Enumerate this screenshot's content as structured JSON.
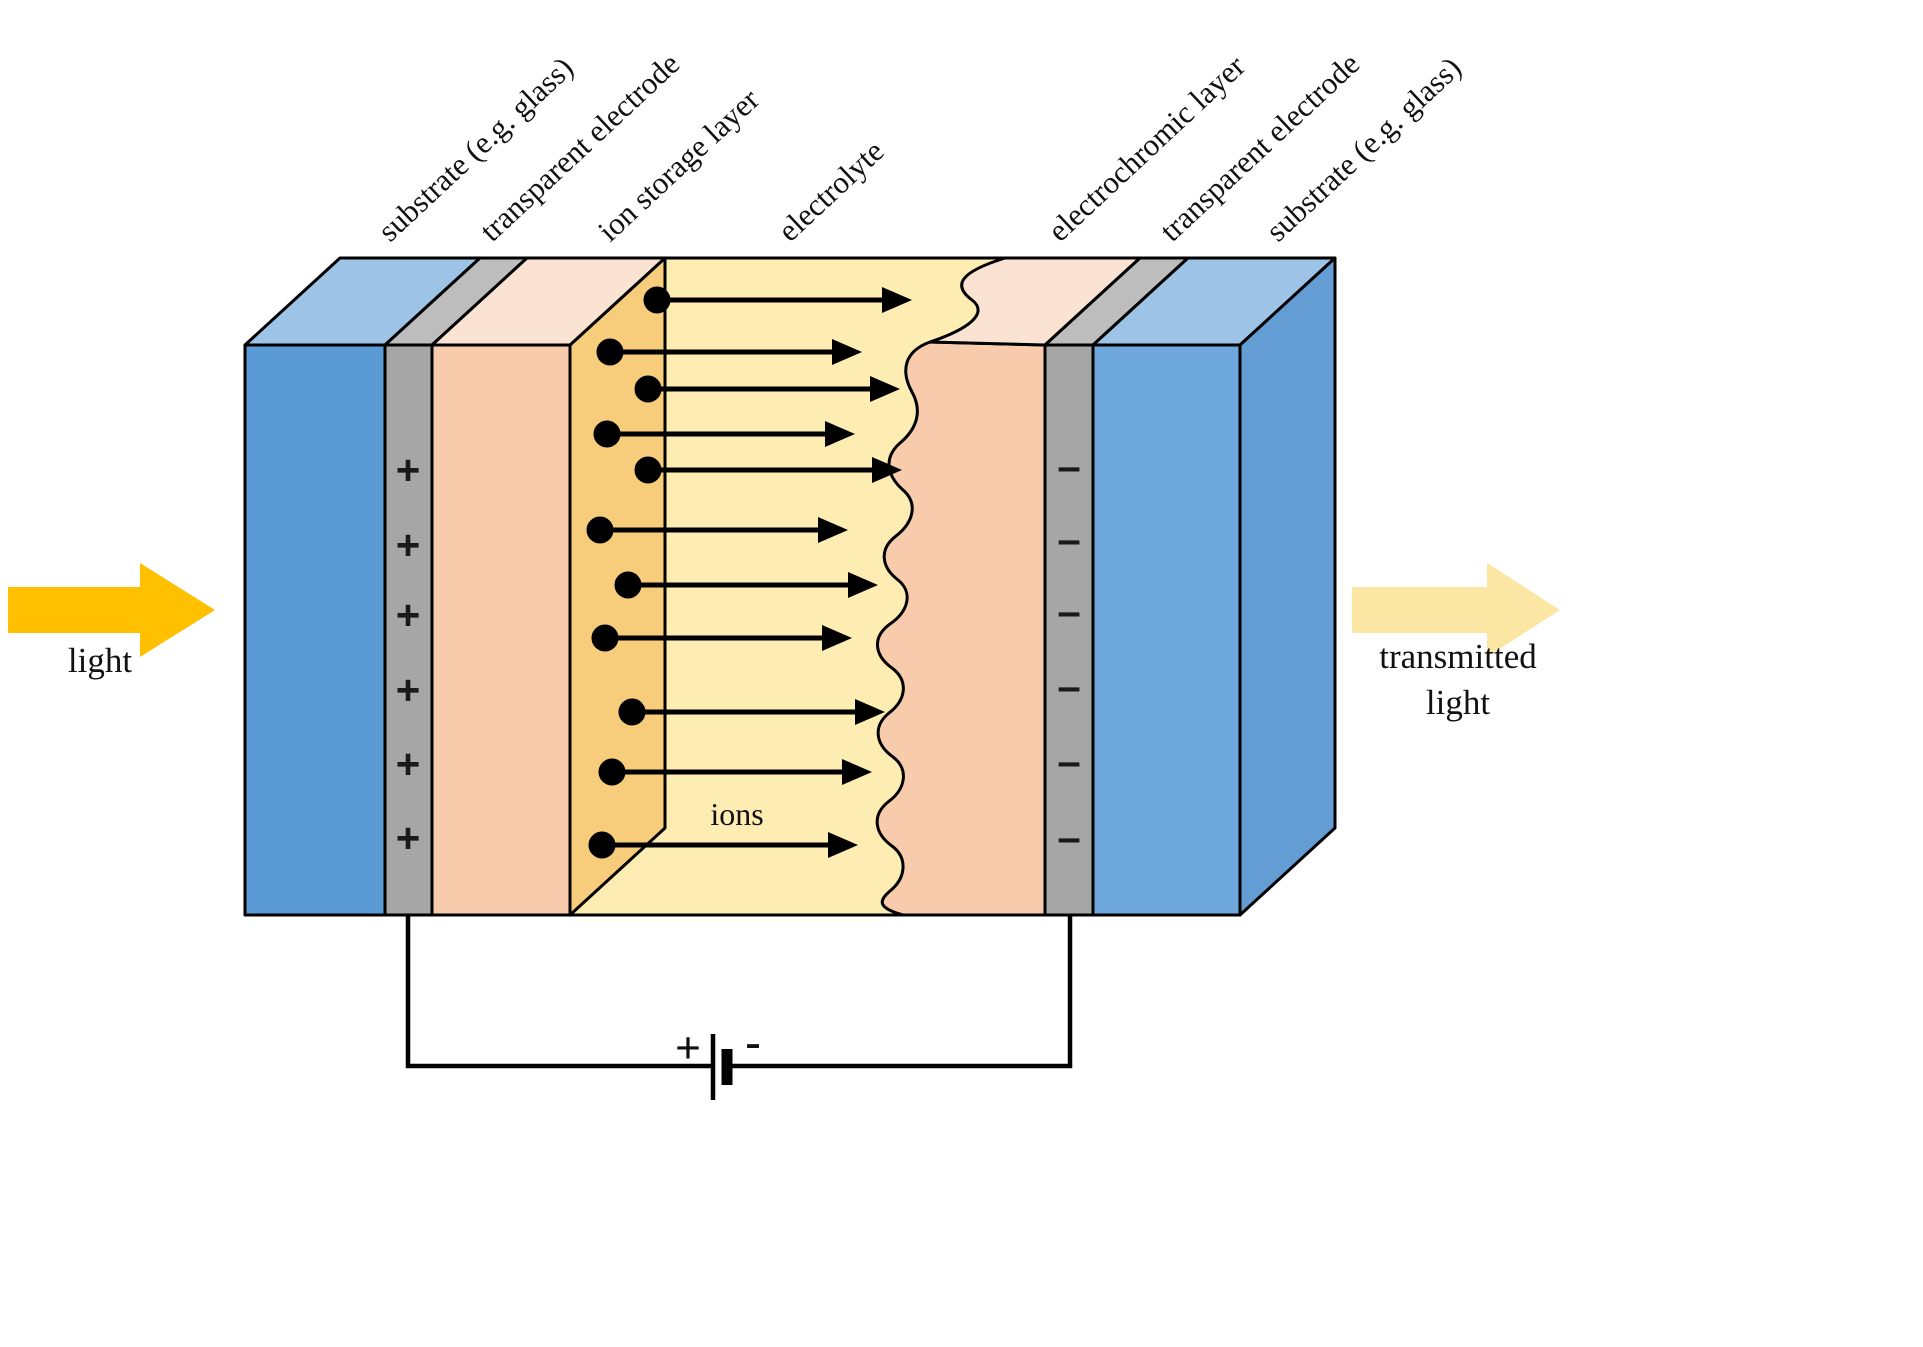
{
  "layers": [
    "substrate (e.g. glass)",
    "transparent electrode",
    "ion storage layer",
    "electrolyte",
    "electrochromic layer",
    "transparent electrode",
    "substrate (e.g. glass)"
  ],
  "light": {
    "label": "light"
  },
  "transmitted": {
    "line1": "transmitted",
    "line2": "light"
  },
  "ions_label": "ions",
  "electrode": {
    "plus": "+",
    "minus": "–"
  },
  "battery": {
    "plus": "+",
    "minus": "-"
  },
  "colors": {
    "substrate_front": "#5B9BD5",
    "substrate_top": "#9DC3E6",
    "substrate_right_front": "#6FA8DC",
    "substrate_right_side": "#639DD4",
    "electrode_front": "#A6A6A6",
    "electrode_top": "#BDBDBD",
    "ion_storage_front": "#F8CBAD",
    "ion_storage_top": "#FBE3D3",
    "ion_storage_side": "#F7CD7C",
    "electrolyte": "#FDEDB3",
    "electrochromic_front": "#F8CBAD",
    "electrochromic_top": "#FBE3D3",
    "light_arrow": "#FFC000",
    "transmitted_arrow": "#FBE7A3",
    "ion_color": "#000000"
  }
}
